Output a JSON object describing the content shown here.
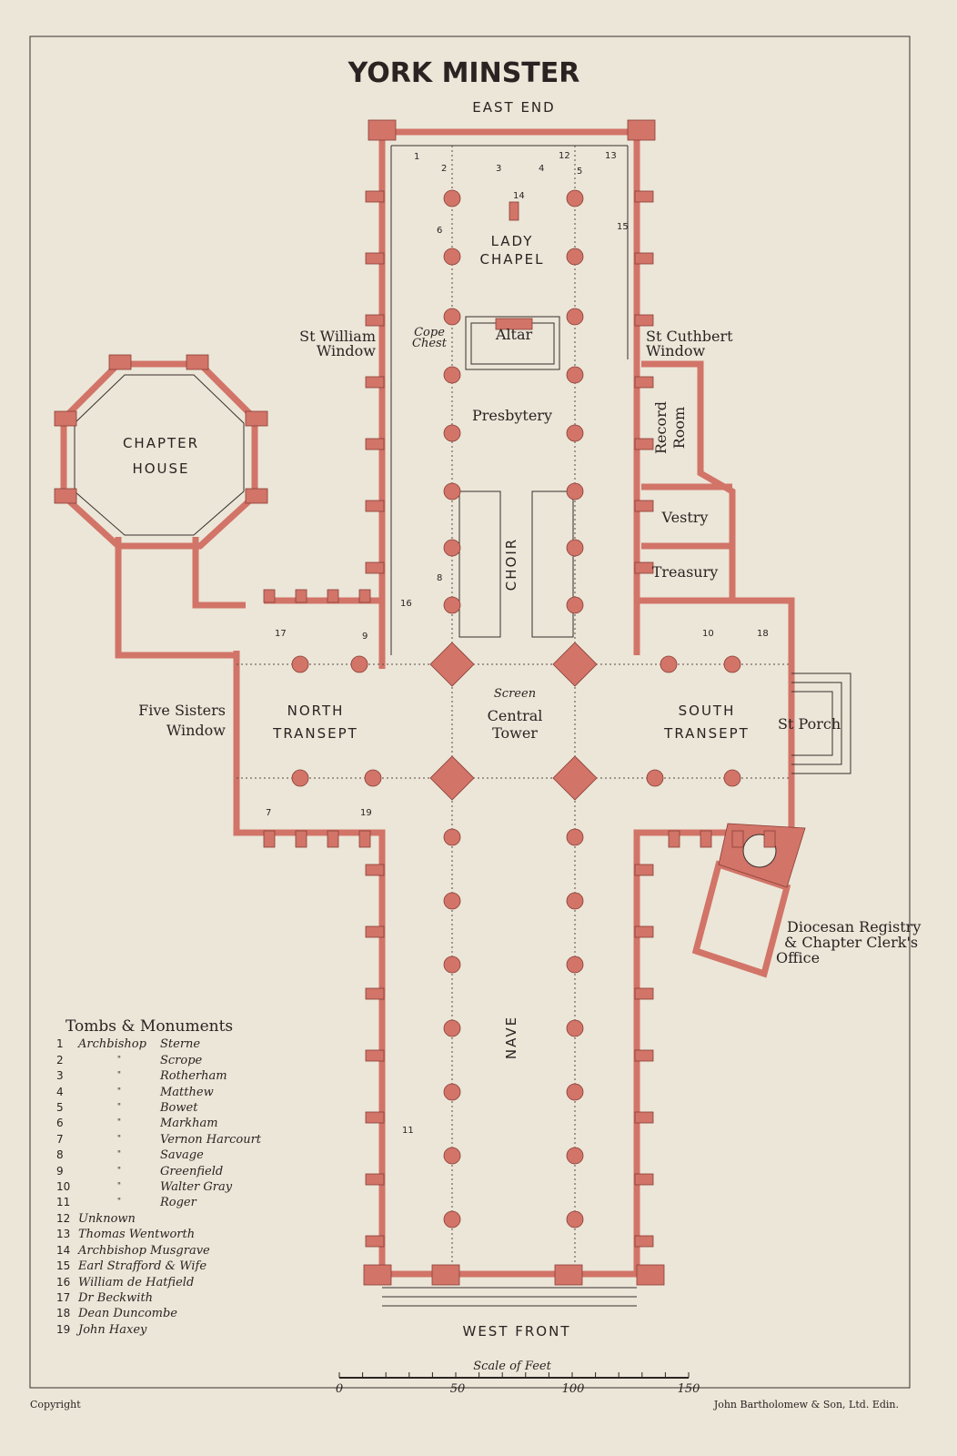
{
  "title": "YORK MINSTER",
  "orientation": {
    "top": "EAST END",
    "bottom": "WEST FRONT"
  },
  "areas": {
    "lady_chapel": [
      "LADY",
      "CHAPEL"
    ],
    "altar": "Altar",
    "cope_chest": [
      "Cope",
      "Chest"
    ],
    "presbytery": "Presbytery",
    "choir": "CHOIR",
    "screen": "Screen",
    "central_tower": [
      "Central",
      "Tower"
    ],
    "north_transept": [
      "NORTH",
      "TRANSEPT"
    ],
    "south_transept": [
      "SOUTH",
      "TRANSEPT"
    ],
    "nave": "NAVE",
    "chapter_house": [
      "CHAPTER",
      "HOUSE"
    ],
    "st_william_window": [
      "St William",
      "Window"
    ],
    "st_cuthbert_window": [
      "St Cuthbert",
      "Window"
    ],
    "record_room": [
      "Record",
      "Room"
    ],
    "vestry": "Vestry",
    "treasury": "Treasury",
    "five_sisters_window": [
      "Five Sisters",
      "Window"
    ],
    "st_porch": "St Porch",
    "diocesan_registry": [
      "Diocesan Registry",
      "& Chapter Clerk's",
      "Office"
    ]
  },
  "map_numbers": [
    "1",
    "2",
    "3",
    "4",
    "5",
    "6",
    "7",
    "8",
    "9",
    "10",
    "11",
    "12",
    "13",
    "14",
    "15",
    "16",
    "17",
    "18",
    "19"
  ],
  "legend": {
    "title": "Tombs & Monuments",
    "ditto": "\"",
    "items": [
      {
        "n": "1",
        "prefix": "Archbishop",
        "name": "Sterne"
      },
      {
        "n": "2",
        "prefix": "",
        "name": "Scrope"
      },
      {
        "n": "3",
        "prefix": "",
        "name": "Rotherham"
      },
      {
        "n": "4",
        "prefix": "",
        "name": "Matthew"
      },
      {
        "n": "5",
        "prefix": "",
        "name": "Bowet"
      },
      {
        "n": "6",
        "prefix": "",
        "name": "Markham"
      },
      {
        "n": "7",
        "prefix": "",
        "name": "Vernon Harcourt"
      },
      {
        "n": "8",
        "prefix": "",
        "name": "Savage"
      },
      {
        "n": "9",
        "prefix": "",
        "name": "Greenfield"
      },
      {
        "n": "10",
        "prefix": "",
        "name": "Walter Gray"
      },
      {
        "n": "11",
        "prefix": "",
        "name": "Roger"
      },
      {
        "n": "12",
        "name": "Unknown"
      },
      {
        "n": "13",
        "name": "Thomas Wentworth"
      },
      {
        "n": "14",
        "name": "Archbishop Musgrave"
      },
      {
        "n": "15",
        "name": "Earl Strafford & Wife"
      },
      {
        "n": "16",
        "name": "William de Hatfield"
      },
      {
        "n": "17",
        "name": "Dr Beckwith"
      },
      {
        "n": "18",
        "name": "Dean Duncombe"
      },
      {
        "n": "19",
        "name": "John Haxey"
      }
    ]
  },
  "scale": {
    "title": "Scale of Feet",
    "ticks": [
      "0",
      "50",
      "100",
      "150"
    ],
    "unit": "feet"
  },
  "footer": {
    "left": "Copyright",
    "right": "John Bartholomew & Son, Ltd. Edin."
  },
  "colors": {
    "paper": "#ebe6d8",
    "masonry": "#d27468",
    "ink": "#2a2322"
  }
}
